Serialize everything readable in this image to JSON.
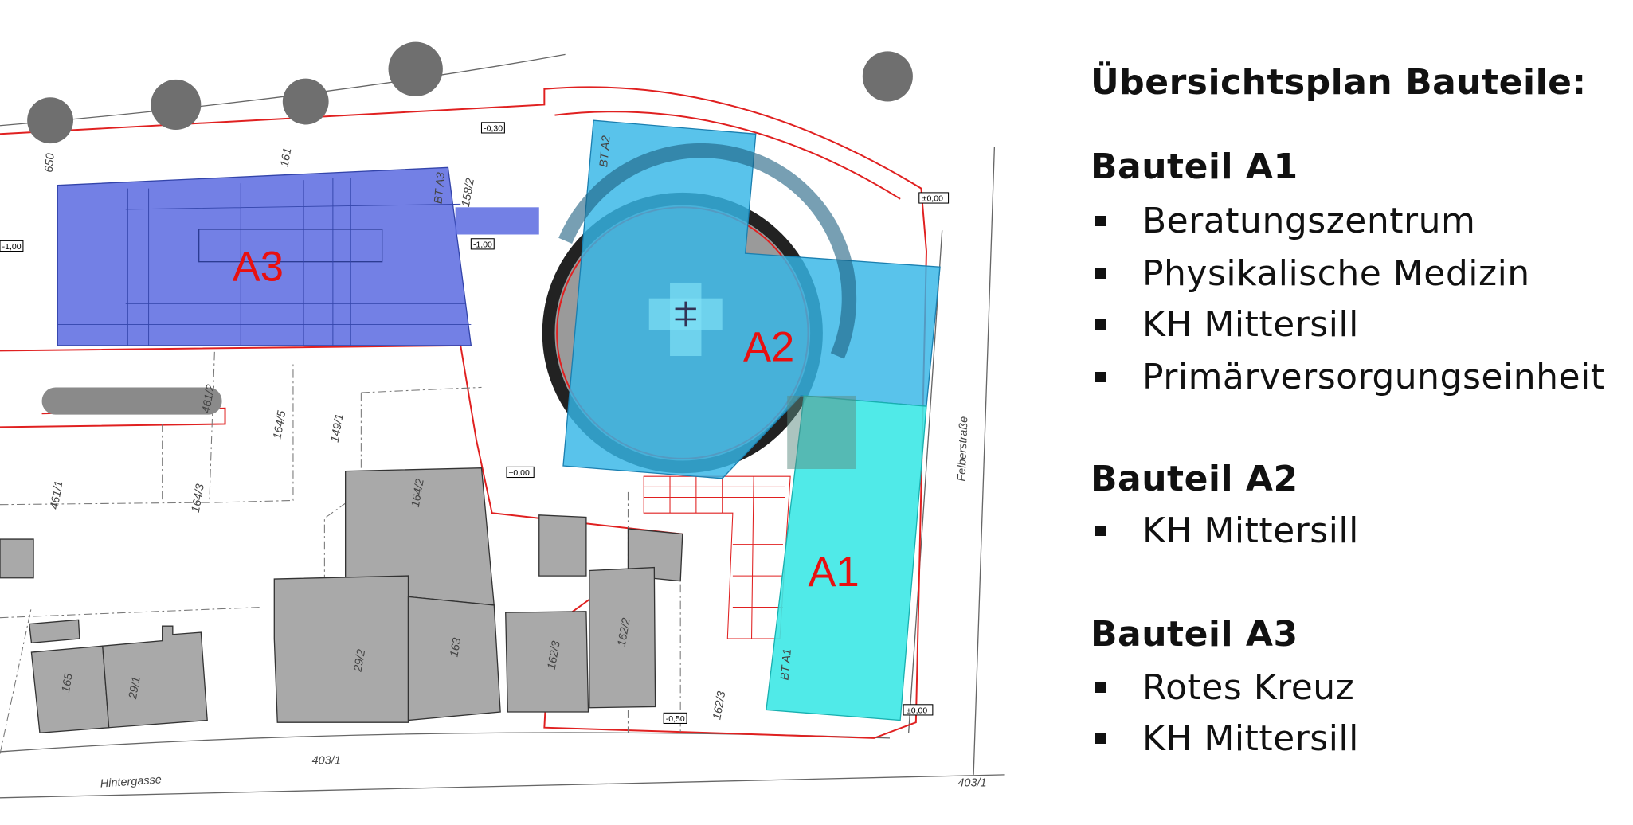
{
  "legend": {
    "title": "Übersichtsplan Bauteile:",
    "groups": [
      {
        "heading": "Bauteil A1",
        "items": [
          "Beratungszentrum",
          "Physikalische Medizin",
          "KH Mittersill",
          "Primärversorgungseinheit"
        ]
      },
      {
        "heading": "Bauteil A2",
        "items": [
          "KH Mittersill"
        ]
      },
      {
        "heading": "Bauteil A3",
        "items": [
          "Rotes Kreuz",
          "KH Mittersill"
        ]
      }
    ]
  },
  "plan": {
    "zones": {
      "a1": "A1",
      "a2": "A2",
      "a3": "A3"
    },
    "zone_tags": {
      "a1": "BT A1",
      "a2": "BT A2",
      "a3": "BT A3"
    },
    "streets": {
      "hintergasse": "Hintergasse",
      "felberstrasse": "Felberstraße",
      "road_parcel_1": "403/1",
      "road_parcel_2": "403/1"
    },
    "parcels": [
      "161",
      "158/2",
      "461/2",
      "164/5",
      "149/1",
      "461/1",
      "164/3",
      "164/2",
      "29/2",
      "163",
      "162/3",
      "162/2",
      "165",
      "29/1",
      "162/3",
      "650"
    ],
    "levels": [
      "-0,30",
      "±0,00",
      "-1,00",
      "-1,00",
      "±0,00",
      "-0,50",
      "±0,00"
    ],
    "colors": {
      "a1": "#3de8e6",
      "a2": "#34b6e6",
      "a3": "#5a6ae0",
      "label": "#e81010",
      "building": "#a9a9a9",
      "boundary": "#e02020"
    }
  }
}
